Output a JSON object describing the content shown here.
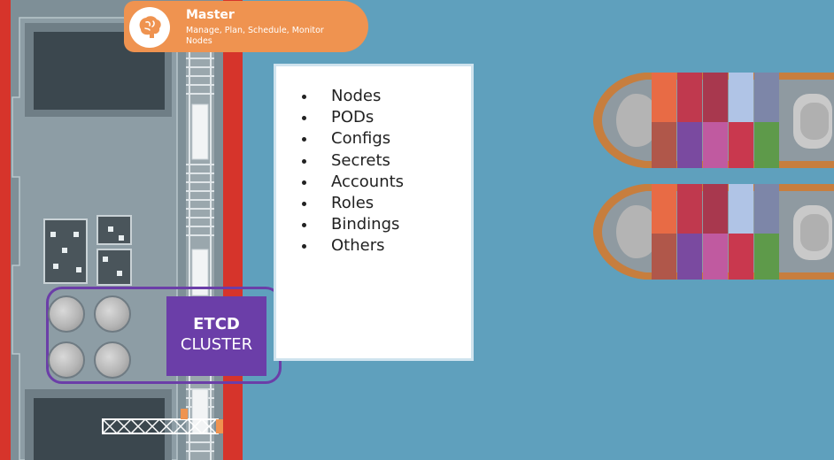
{
  "master": {
    "title": "Master",
    "description": "Manage, Plan, Schedule, Monitor Nodes",
    "icon": "brain-icon"
  },
  "etcd": {
    "line1": "ETCD",
    "line2": "CLUSTER"
  },
  "resources": {
    "items": [
      "Nodes",
      "PODs",
      "Configs",
      "Secrets",
      "Accounts",
      "Roles",
      "Bindings",
      "Others"
    ]
  },
  "colors": {
    "water": "#5fa0bd",
    "master_badge": "#ef9350",
    "etcd_purple": "#6b3ea8",
    "ship_hull": "#c77e3e",
    "dock_red": "#d6342b"
  }
}
